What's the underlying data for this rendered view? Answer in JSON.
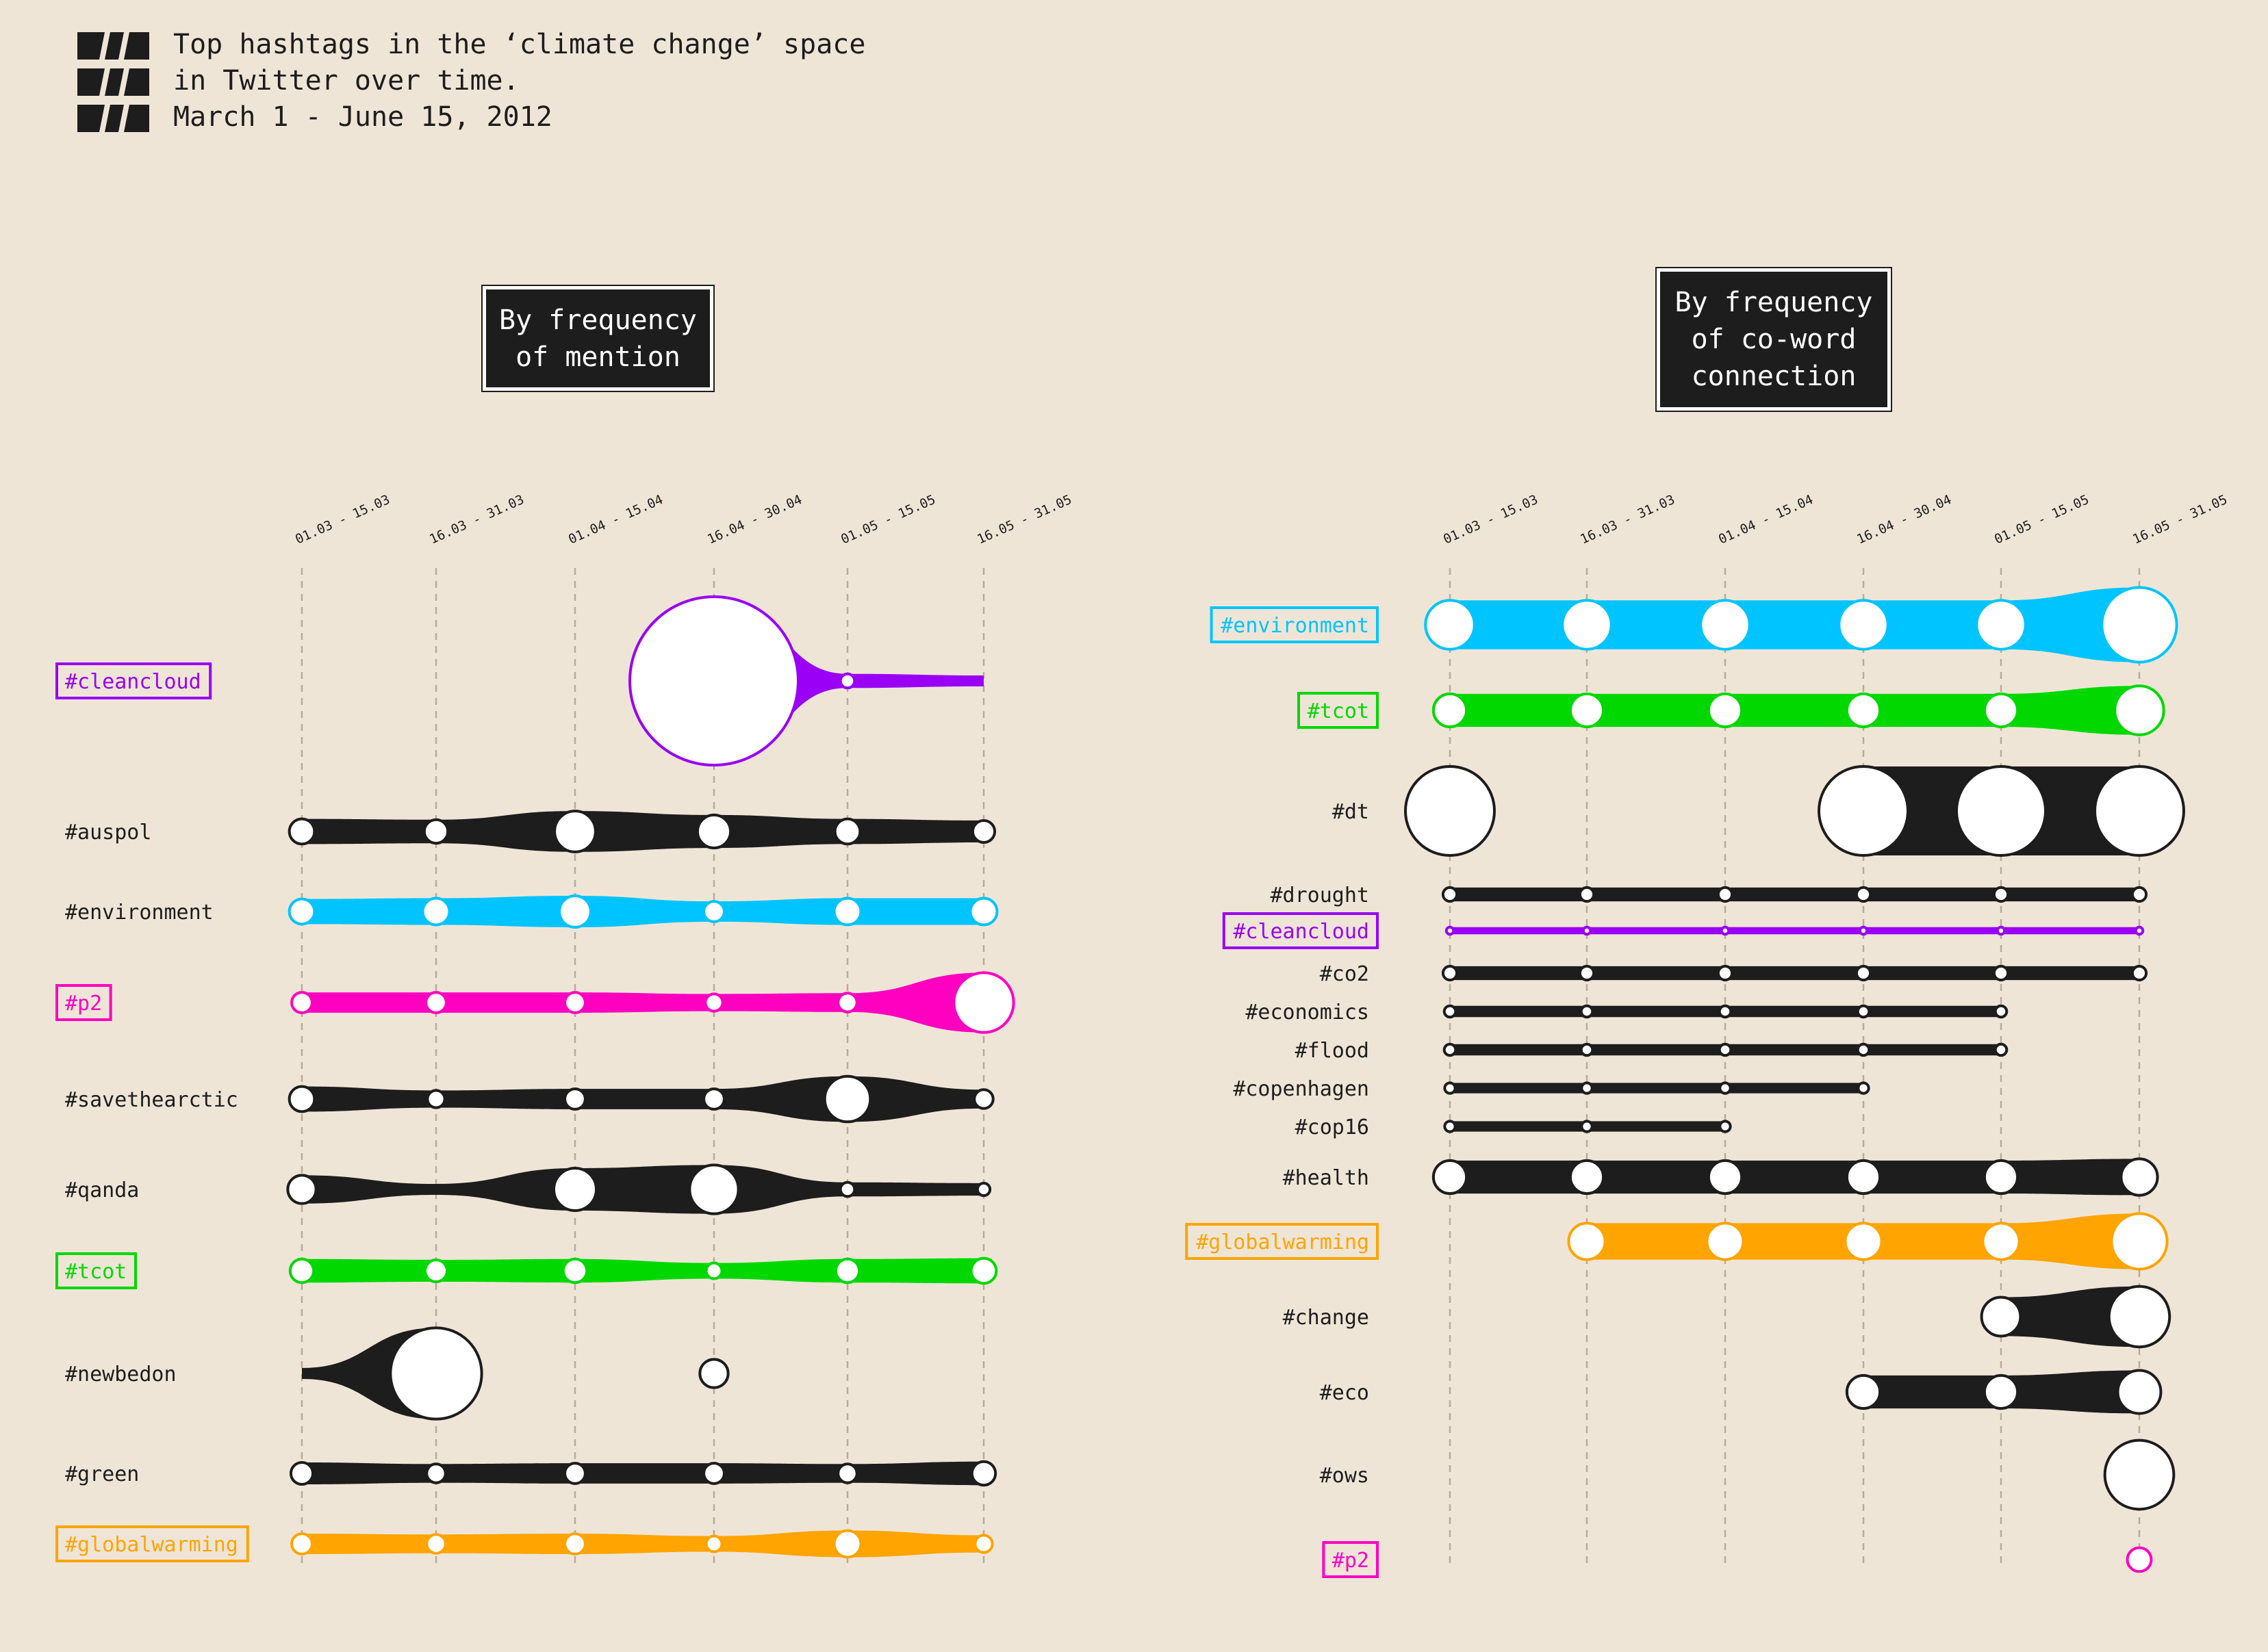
{
  "header": {
    "title_lines": [
      "Top hashtags in the ‘climate change’ space",
      "in Twitter over time.",
      "March 1 - June 15, 2012"
    ],
    "logo_icon": "hashtag-stripes-icon"
  },
  "colors": {
    "background": "#efe5d7",
    "dark": "#1d1d1d",
    "purple": "#9a00f5",
    "blue": "#00c4ff",
    "magenta": "#ff00c0",
    "green": "#00d800",
    "orange": "#ffa400",
    "grid": "#b9ab98"
  },
  "chart_data": [
    {
      "type": "line",
      "title": "By frequency\nof mention",
      "encoding": "ribbon width and node size show relative frequency (0-1)",
      "periods": [
        "01.03 - 15.03",
        "16.03 - 31.03",
        "01.04 - 15.04",
        "16.04 - 30.04",
        "01.05 - 15.05",
        "16.05 - 31.05"
      ],
      "series": [
        {
          "name": "#cleancloud",
          "color": "purple",
          "highlight": true,
          "values": [
            null,
            null,
            null,
            1.0,
            0.02,
            0.0
          ]
        },
        {
          "name": "#auspol",
          "color": "dark",
          "highlight": false,
          "values": [
            0.09,
            0.08,
            0.19,
            0.14,
            0.09,
            0.07
          ]
        },
        {
          "name": "#environment",
          "color": "blue",
          "highlight": false,
          "values": [
            0.09,
            0.1,
            0.13,
            0.06,
            0.1,
            0.1
          ]
        },
        {
          "name": "#p2",
          "color": "magenta",
          "highlight": true,
          "values": [
            0.06,
            0.06,
            0.06,
            0.04,
            0.05,
            0.31
          ]
        },
        {
          "name": "#savethearctic",
          "color": "dark",
          "highlight": false,
          "values": [
            0.09,
            0.04,
            0.06,
            0.06,
            0.22,
            0.05
          ]
        },
        {
          "name": "#qanda",
          "color": "dark",
          "highlight": false,
          "values": [
            0.11,
            0.0,
            0.2,
            0.24,
            0.02,
            0.01
          ]
        },
        {
          "name": "#tcot",
          "color": "green",
          "highlight": true,
          "values": [
            0.08,
            0.07,
            0.08,
            0.03,
            0.08,
            0.09
          ]
        },
        {
          "name": "#newbedon",
          "color": "dark",
          "highlight": false,
          "values": [
            0.0,
            0.51,
            null,
            0.11,
            null,
            null
          ]
        },
        {
          "name": "#green",
          "color": "dark",
          "highlight": false,
          "values": [
            0.07,
            0.05,
            0.06,
            0.06,
            0.05,
            0.08
          ]
        },
        {
          "name": "#globalwarming",
          "color": "orange",
          "highlight": true,
          "values": [
            0.06,
            0.05,
            0.06,
            0.03,
            0.1,
            0.04
          ]
        }
      ]
    },
    {
      "type": "line",
      "title": "By frequency\nof co-word\nconnection",
      "encoding": "ribbon width and node size show relative co-word connection (0-1)",
      "periods": [
        "01.03 - 15.03",
        "16.03 - 31.03",
        "01.04 - 15.04",
        "16.04 - 30.04",
        "01.05 - 15.05",
        "16.05 - 31.05"
      ],
      "series": [
        {
          "name": "#environment",
          "color": "blue",
          "highlight": true,
          "values": [
            0.52,
            0.52,
            0.52,
            0.52,
            0.52,
            0.83
          ]
        },
        {
          "name": "#tcot",
          "color": "green",
          "highlight": true,
          "values": [
            0.33,
            0.33,
            0.33,
            0.33,
            0.33,
            0.52
          ]
        },
        {
          "name": "#dt",
          "color": "dark",
          "highlight": false,
          "values": [
            1.0,
            null,
            null,
            1.0,
            1.0,
            1.0
          ]
        },
        {
          "name": "#drought",
          "color": "dark",
          "highlight": false,
          "values": [
            0.1,
            0.1,
            0.1,
            0.1,
            0.1,
            0.1
          ]
        },
        {
          "name": "#cleancloud",
          "color": "purple",
          "highlight": true,
          "values": [
            0.02,
            0.02,
            0.02,
            0.02,
            0.02,
            0.02
          ]
        },
        {
          "name": "#co2",
          "color": "dark",
          "highlight": false,
          "values": [
            0.1,
            0.1,
            0.1,
            0.1,
            0.1,
            0.1
          ]
        },
        {
          "name": "#economics",
          "color": "dark",
          "highlight": false,
          "values": [
            0.07,
            0.07,
            0.07,
            0.07,
            0.07,
            null
          ]
        },
        {
          "name": "#flood",
          "color": "dark",
          "highlight": false,
          "values": [
            0.07,
            0.07,
            0.07,
            0.07,
            0.07,
            null
          ]
        },
        {
          "name": "#copenhagen",
          "color": "dark",
          "highlight": false,
          "values": [
            0.06,
            0.06,
            0.06,
            0.06,
            null,
            null
          ]
        },
        {
          "name": "#cop16",
          "color": "dark",
          "highlight": false,
          "values": [
            0.06,
            0.06,
            0.06,
            null,
            null,
            null
          ]
        },
        {
          "name": "#health",
          "color": "dark",
          "highlight": false,
          "values": [
            0.33,
            0.33,
            0.33,
            0.33,
            0.33,
            0.37
          ]
        },
        {
          "name": "#globalwarming",
          "color": "orange",
          "highlight": true,
          "values": [
            null,
            0.37,
            0.37,
            0.37,
            0.37,
            0.6
          ]
        },
        {
          "name": "#change",
          "color": "dark",
          "highlight": false,
          "values": [
            null,
            null,
            null,
            null,
            0.4,
            0.66
          ]
        },
        {
          "name": "#eco",
          "color": "dark",
          "highlight": false,
          "values": [
            null,
            null,
            null,
            0.33,
            0.33,
            0.45
          ]
        },
        {
          "name": "#ows",
          "color": "dark",
          "highlight": false,
          "values": [
            null,
            null,
            null,
            null,
            null,
            0.76
          ]
        },
        {
          "name": "#p2",
          "color": "magenta",
          "highlight": true,
          "values": [
            null,
            null,
            null,
            null,
            null,
            0.22
          ]
        }
      ]
    }
  ]
}
